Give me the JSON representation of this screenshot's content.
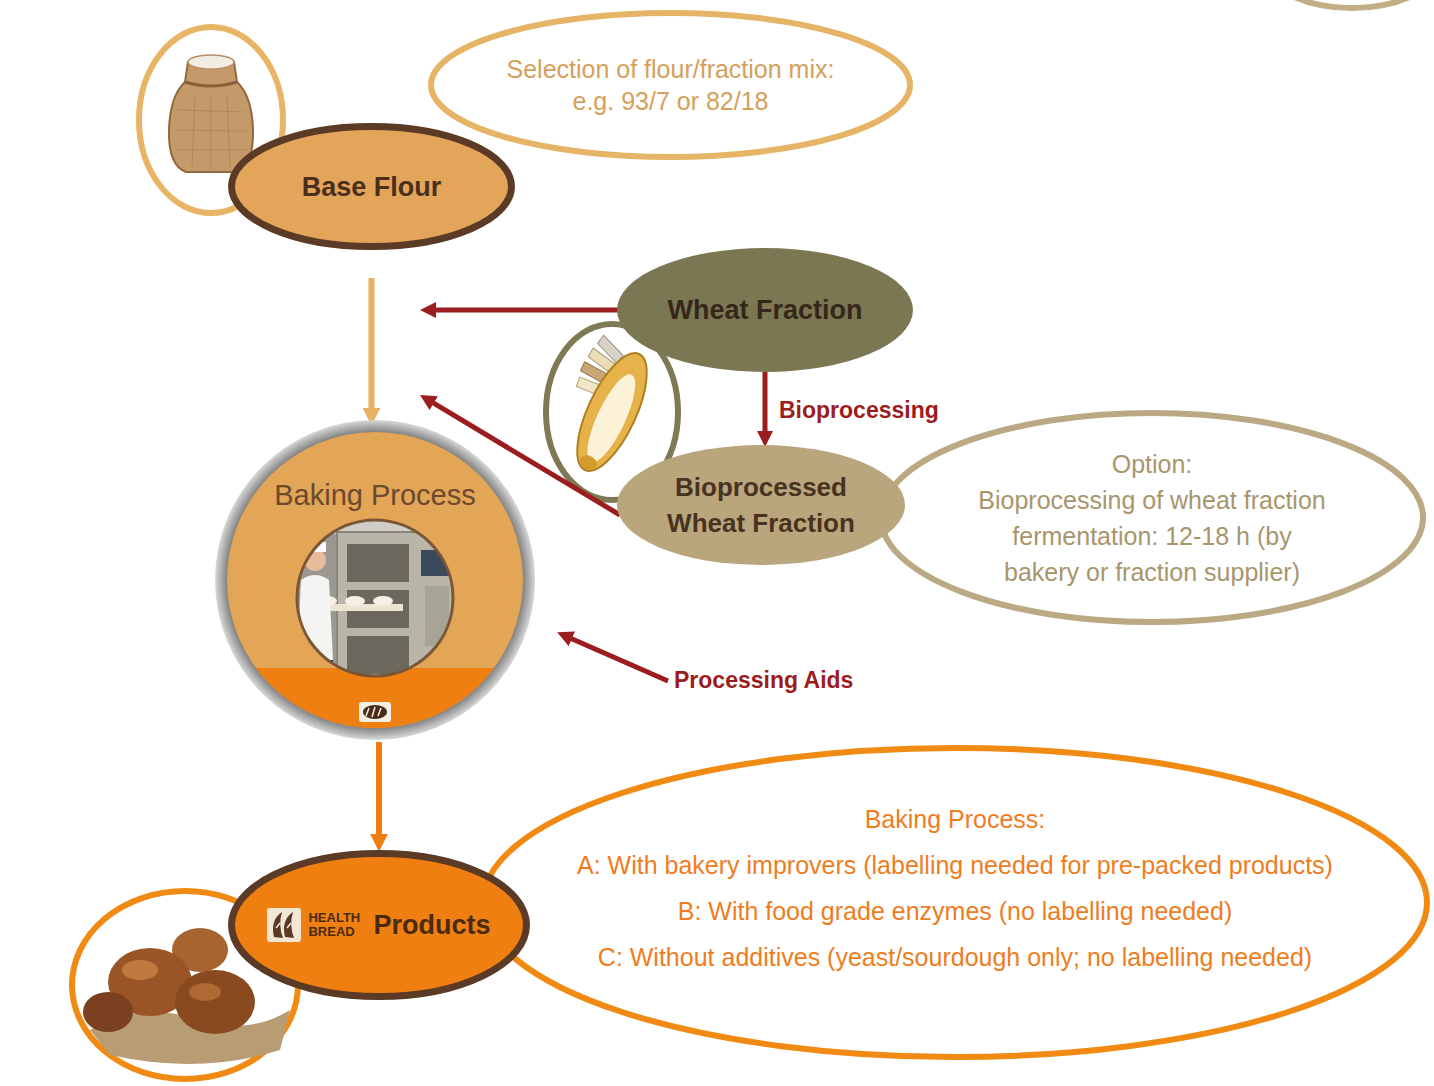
{
  "diagram": {
    "nodes": [
      {
        "text": [
          "Selection of flour/fraction mix: e.g. 93/7 or 82/18"
        ]
      },
      {
        "text": [
          "Base Flour"
        ]
      },
      {
        "text": [
          "Wheat Fraction"
        ]
      },
      {
        "text": [
          "Bioprocessed Wheat Fraction"
        ]
      },
      {
        "text": [
          "Option:",
          "Bioprocessing of wheat fraction fermentation: 12-18 h (by bakery or fraction supplier)"
        ]
      },
      {
        "text": [
          "Baking Process"
        ]
      },
      {
        "text": [
          "HEALTH BREAD",
          "Products"
        ]
      },
      {
        "text": [
          "Baking Process:",
          "A: With bakery improvers (labelling needed for pre-packed products)",
          "B: With food grade enzymes (no labelling needed)",
          "C: Without additives (yeast/sourdough only; no labelling needed)"
        ]
      }
    ],
    "edges": [
      {
        "from": 1,
        "to": 5,
        "arrow": "to"
      },
      {
        "from": 2,
        "to": 5,
        "arrow": "to"
      },
      {
        "from": 2,
        "to": 3,
        "label": "Bioprocessing",
        "arrow": "to"
      },
      {
        "from": 3,
        "to": 5,
        "arrow": "to"
      },
      {
        "from": 5,
        "to": 6,
        "arrow": "to"
      }
    ],
    "labels": [
      "Processing Aids"
    ]
  }
}
